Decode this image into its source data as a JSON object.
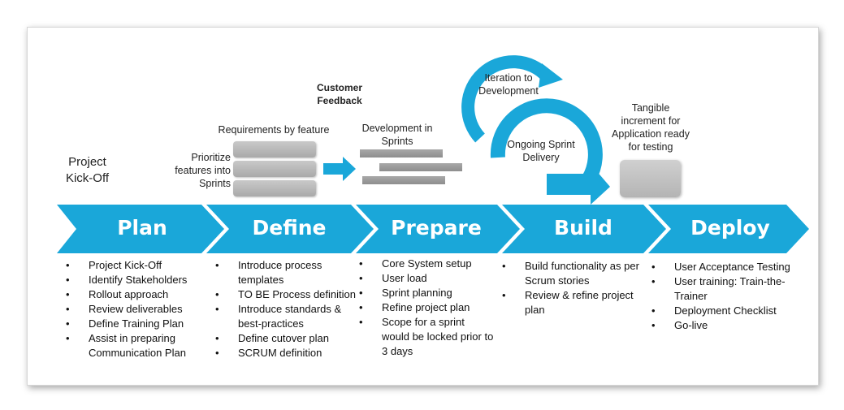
{
  "top_labels": {
    "project_kickoff": [
      "Project",
      "Kick-Off"
    ],
    "prioritize": [
      "Prioritize",
      "features into",
      "Sprints"
    ],
    "requirements": "Requirements by feature",
    "customer_feedback": [
      "Customer",
      "Feedback"
    ],
    "development_in_sprints": [
      "Development in",
      "Sprints"
    ],
    "iteration": [
      "Iteration to",
      "Development"
    ],
    "ongoing_sprint": [
      "Ongoing Sprint",
      "Delivery"
    ],
    "tangible": [
      "Tangible",
      "increment for",
      "Application ready",
      "for testing"
    ]
  },
  "colors": {
    "accent": "#1aa7d9",
    "grey": "#b5b5b5"
  },
  "phases": [
    {
      "name": "Plan",
      "items": [
        "Project Kick-Off",
        "Identify Stakeholders",
        "Rollout approach",
        "Review deliverables",
        "Define Training Plan",
        "Assist in preparing Communication Plan"
      ]
    },
    {
      "name": "Define",
      "items": [
        "Introduce process templates",
        "TO BE Process definition",
        "Introduce standards & best-practices",
        "Define cutover plan",
        "SCRUM definition"
      ]
    },
    {
      "name": "Prepare",
      "items": [
        "Core System setup",
        "User load",
        "Sprint planning",
        "Refine project plan",
        "Scope for a sprint would be locked prior to 3 days"
      ]
    },
    {
      "name": "Build",
      "items": [
        "Build functionality as per Scrum stories",
        "Review & refine project plan"
      ]
    },
    {
      "name": "Deploy",
      "items": [
        "User Acceptance Testing",
        "User training: Train-the-Trainer",
        "Deployment Checklist",
        "Go-live"
      ]
    }
  ]
}
